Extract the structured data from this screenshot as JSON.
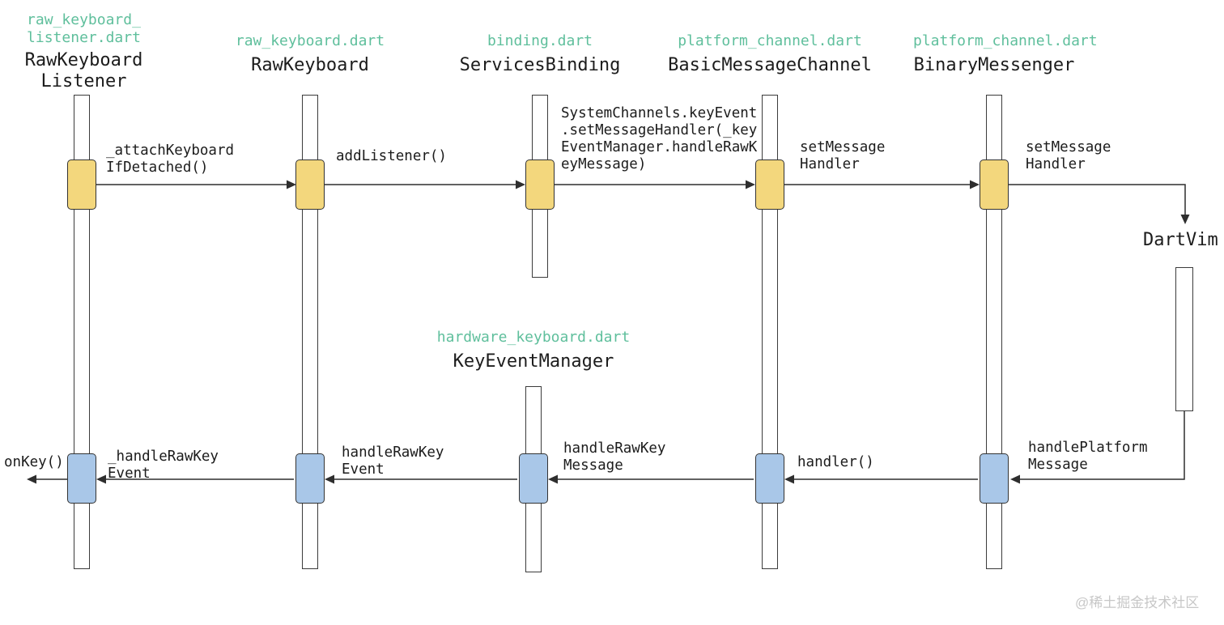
{
  "diagram": {
    "type": "sequence-diagram",
    "participants": [
      {
        "file": "raw_keyboard_\nlistener.dart",
        "name": "RawKeyboard\nListener"
      },
      {
        "file": "raw_keyboard.dart",
        "name": "RawKeyboard"
      },
      {
        "file": "binding.dart",
        "name": "ServicesBinding"
      },
      {
        "file": "platform_channel.dart",
        "name": "BasicMessageChannel"
      },
      {
        "file": "platform_channel.dart",
        "name": "BinaryMessenger"
      },
      {
        "file": "hardware_keyboard.dart",
        "name": "KeyEventManager"
      },
      {
        "name": "DartVim"
      }
    ],
    "messages": {
      "attach_keyboard": "_attachKeyboard\nIfDetached()",
      "add_listener": "addListener()",
      "set_message_handler_full": "SystemChannels.keyEvent\n.setMessageHandler(_key\nEventManager.handleRawK\neyMessage)",
      "set_message_handler_1": "setMessage\nHandler",
      "set_message_handler_2": "setMessage\nHandler",
      "handle_platform_message": "handlePlatform\nMessage",
      "handler": "handler()",
      "handle_raw_key_message": "handleRawKey\nMessage",
      "handle_raw_key_event": "handleRawKey\nEvent",
      "internal_handle_raw_key_event": "_handleRawKey\nEvent",
      "on_key": "onKey()"
    },
    "colors": {
      "activation_sync": "#F3D77D",
      "activation_async": "#A9C7E8",
      "file_label": "#5FBF9C",
      "text": "#1C1C1C",
      "line": "#2E2E2E"
    },
    "watermark": "@稀土掘金技术社区"
  }
}
